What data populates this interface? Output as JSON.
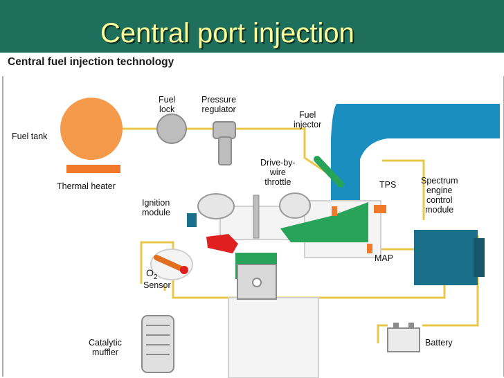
{
  "slide": {
    "title": "Central port injection"
  },
  "diagram": {
    "header": "Central fuel injection technology",
    "labels": {
      "fuel_tank": "Fuel tank",
      "thermal_heater": "Thermal heater",
      "fuel_lock_1": "Fuel",
      "fuel_lock_2": "lock",
      "pressure_regulator_1": "Pressure",
      "pressure_regulator_2": "regulator",
      "fuel_injector_1": "Fuel",
      "fuel_injector_2": "injector",
      "drive_by_wire_1": "Drive-by-",
      "drive_by_wire_2": "wire",
      "drive_by_wire_3": "throttle",
      "tps": "TPS",
      "spectrum_1": "Spectrum",
      "spectrum_2": "engine",
      "spectrum_3": "control",
      "spectrum_4": "module",
      "ignition_1": "Ignition",
      "ignition_2": "module",
      "map": "MAP",
      "o2_main": "O",
      "o2_sub": "2",
      "sensor": "Sensor",
      "catalytic_1": "Catalytic",
      "catalytic_2": "muffler",
      "battery": "Battery"
    },
    "colors": {
      "banner": "#1e6f5c",
      "title": "#ffff99",
      "tank": "#f59a4a",
      "intake": "#1a8fbf",
      "manifold": "#27a35a",
      "ecm": "#1a6f8a",
      "wire": "#e8c84a",
      "red": "#e02020"
    }
  }
}
